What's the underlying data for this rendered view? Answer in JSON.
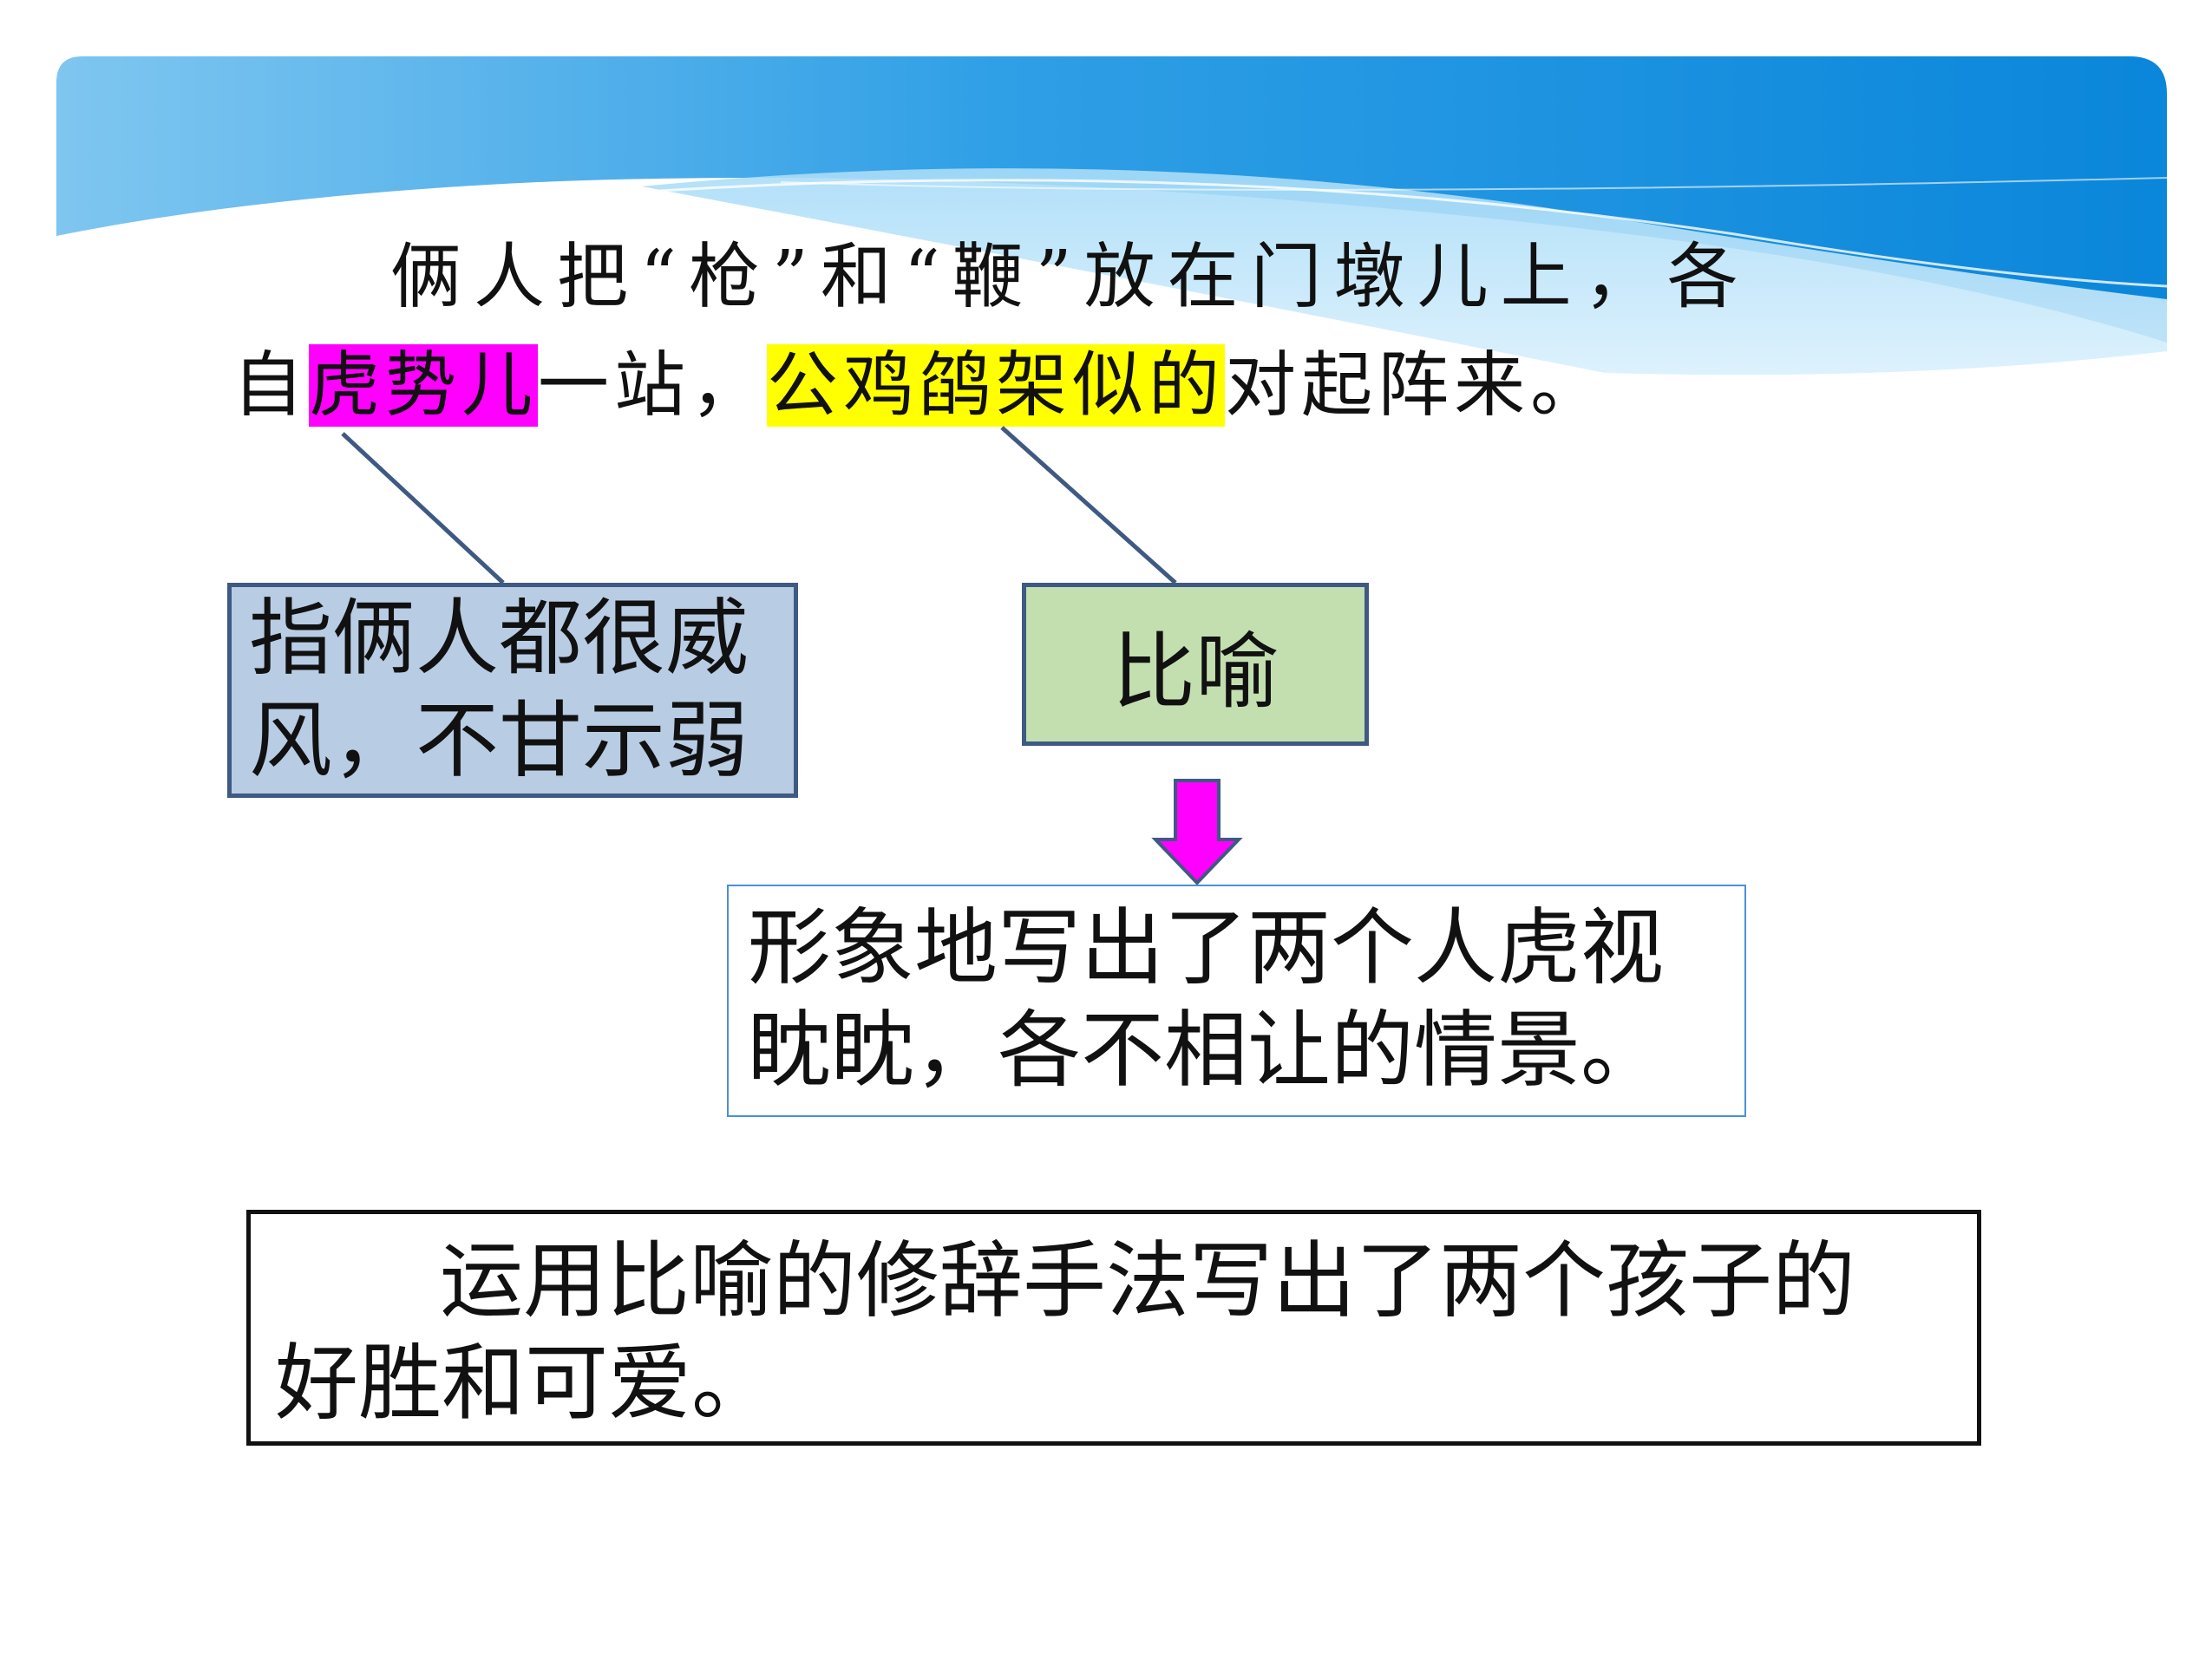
{
  "slide": {
    "sentence": {
      "line1": "俩人把“枪”和“鞭”放在门墩儿上，各",
      "line2_prefix": "自",
      "phrase_tiger": "虎势儿",
      "line2_middle": "一站，",
      "phrase_rooster": "公鸡鹐架似的",
      "line2_suffix": "对起阵来。"
    },
    "boxes": {
      "meaning": [
        "指俩人都很威",
        "风，不甘示弱"
      ],
      "metaphor": "比喻",
      "effect": [
        "形象地写出了两个人虎视",
        "眈眈，各不相让的情景。"
      ],
      "summary": [
        "运用比喻的修辞手法写出了两个孩子的",
        "好胜和可爱。"
      ]
    },
    "colors": {
      "highlight_tiger": "#ff00ff",
      "highlight_rooster": "#ffff00",
      "meaning_box": "#b8cce4",
      "metaphor_box": "#c3dfb0",
      "arrow": "#ff00ff",
      "banner": "#1a93e0"
    }
  }
}
